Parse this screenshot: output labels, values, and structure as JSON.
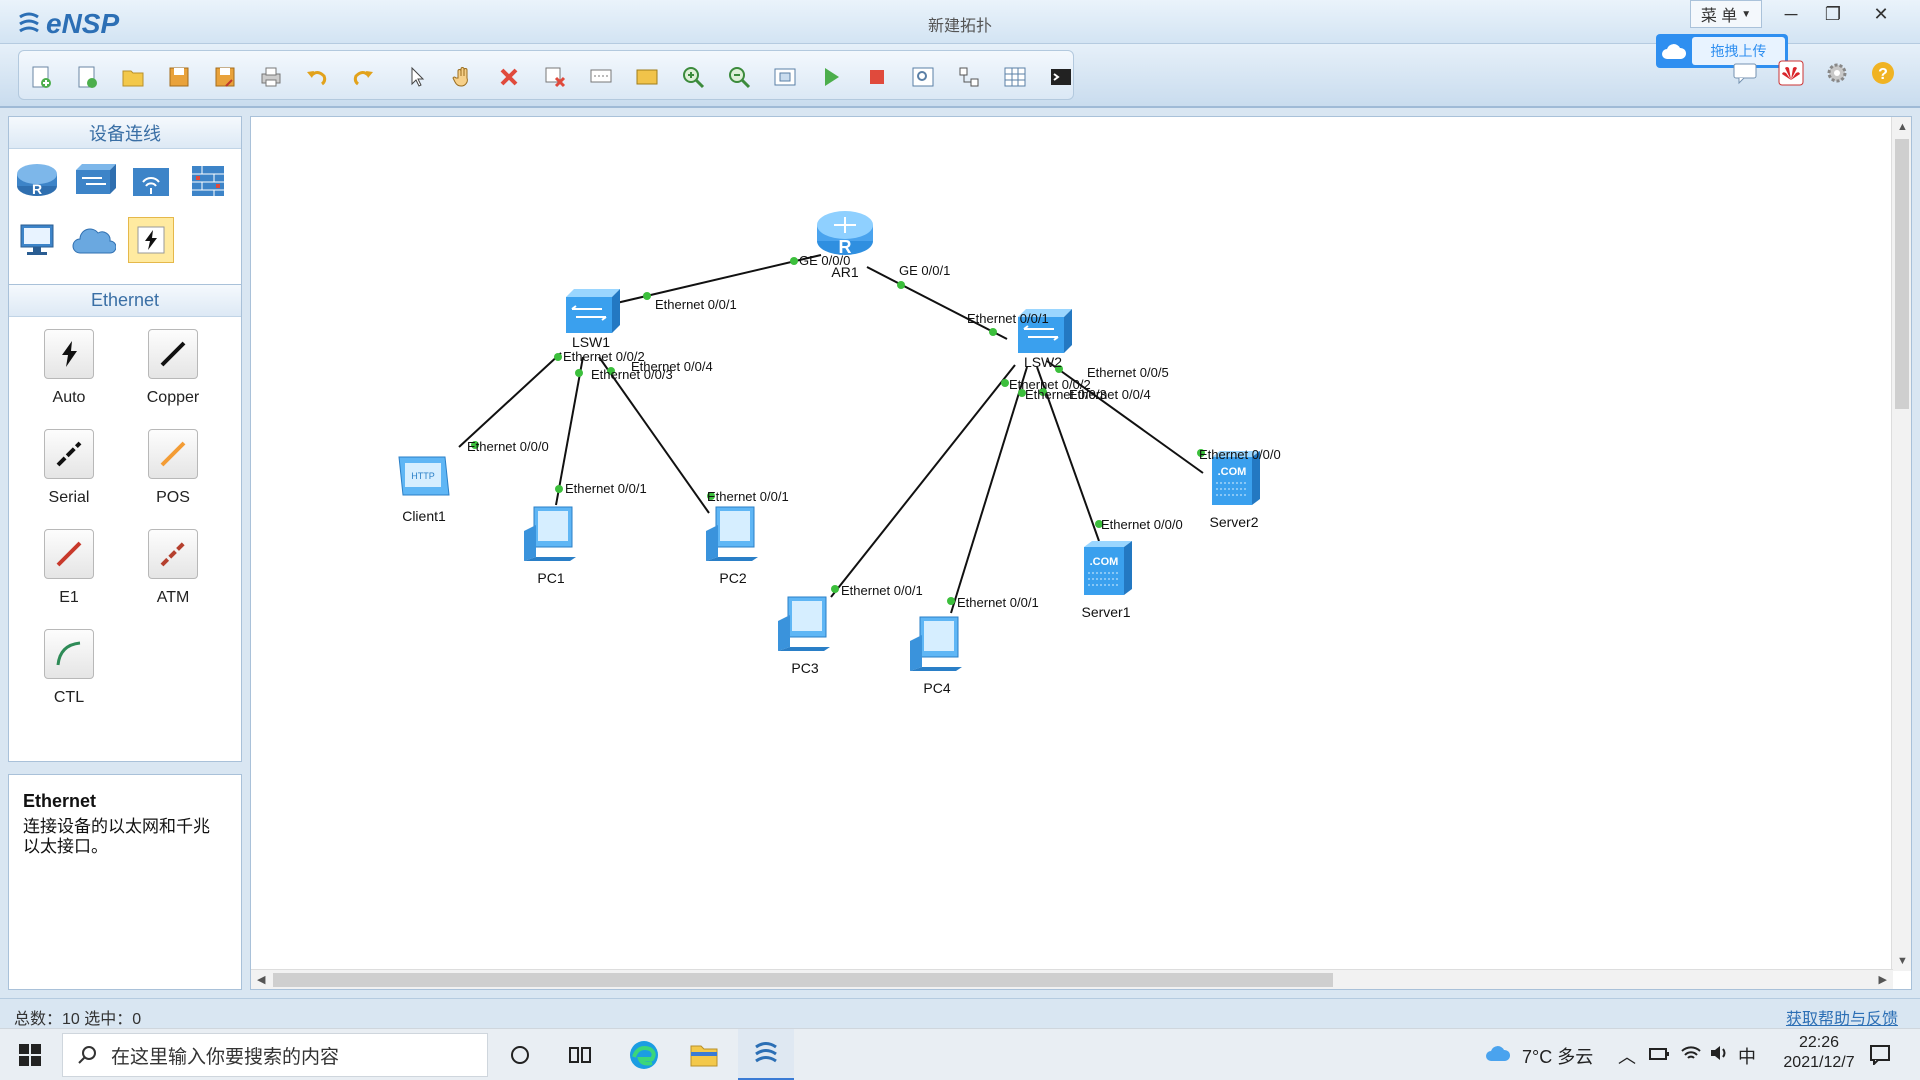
{
  "window": {
    "app_name": "eNSP",
    "title": "新建拓扑",
    "menu_label": "菜 单",
    "upload_label": "拖拽上传"
  },
  "left_panel": {
    "device_header": "设备连线",
    "cable_header": "Ethernet",
    "cables": [
      "Auto",
      "Copper",
      "Serial",
      "POS",
      "E1",
      "ATM",
      "CTL"
    ],
    "description": {
      "title": "Ethernet",
      "text": "连接设备的以太网和千兆以太接口。"
    }
  },
  "topology": {
    "nodes": {
      "ar1": "AR1",
      "lsw1": "LSW1",
      "lsw2": "LSW2",
      "client1": "Client1",
      "pc1": "PC1",
      "pc2": "PC2",
      "pc3": "PC3",
      "pc4": "PC4",
      "server1": "Server1",
      "server2": "Server2"
    },
    "ports": {
      "ar1_ge000": "GE 0/0/0",
      "ar1_ge001": "GE 0/0/1",
      "lsw1_e001": "Ethernet 0/0/1",
      "lsw1_e002": "Ethernet 0/0/2",
      "lsw1_e003": "Ethernet 0/0/3",
      "lsw1_e004": "Ethernet 0/0/4",
      "client1_e000": "Ethernet 0/0/0",
      "pc1_e001": "Ethernet 0/0/1",
      "pc2_e001": "Ethernet 0/0/1",
      "lsw2_e001": "Ethernet 0/0/1",
      "lsw2_e002": "Ethernet 0/0/2",
      "lsw2_e003": "Ethernet 0/0/3",
      "lsw2_e004": "Ethernet 0/0/4",
      "lsw2_e005": "Ethernet 0/0/5",
      "pc3_e001": "Ethernet 0/0/1",
      "pc4_e001": "Ethernet 0/0/1",
      "server1_e000": "Ethernet 0/0/0",
      "server2_e000": "Ethernet 0/0/0"
    },
    "link_color": "#111111",
    "port_up_color": "#3cbf3c"
  },
  "status": {
    "summary": "总数：10  选中：0",
    "help_link": "获取帮助与反馈"
  },
  "taskbar": {
    "search_placeholder": "在这里输入你要搜索的内容",
    "weather": "7°C 多云",
    "ime": "中",
    "time": "22:26",
    "date": "2021/12/7"
  },
  "colors": {
    "accent": "#2c6fb5",
    "upload": "#2f8ff0",
    "selected_tool": "#ffeaa0"
  }
}
